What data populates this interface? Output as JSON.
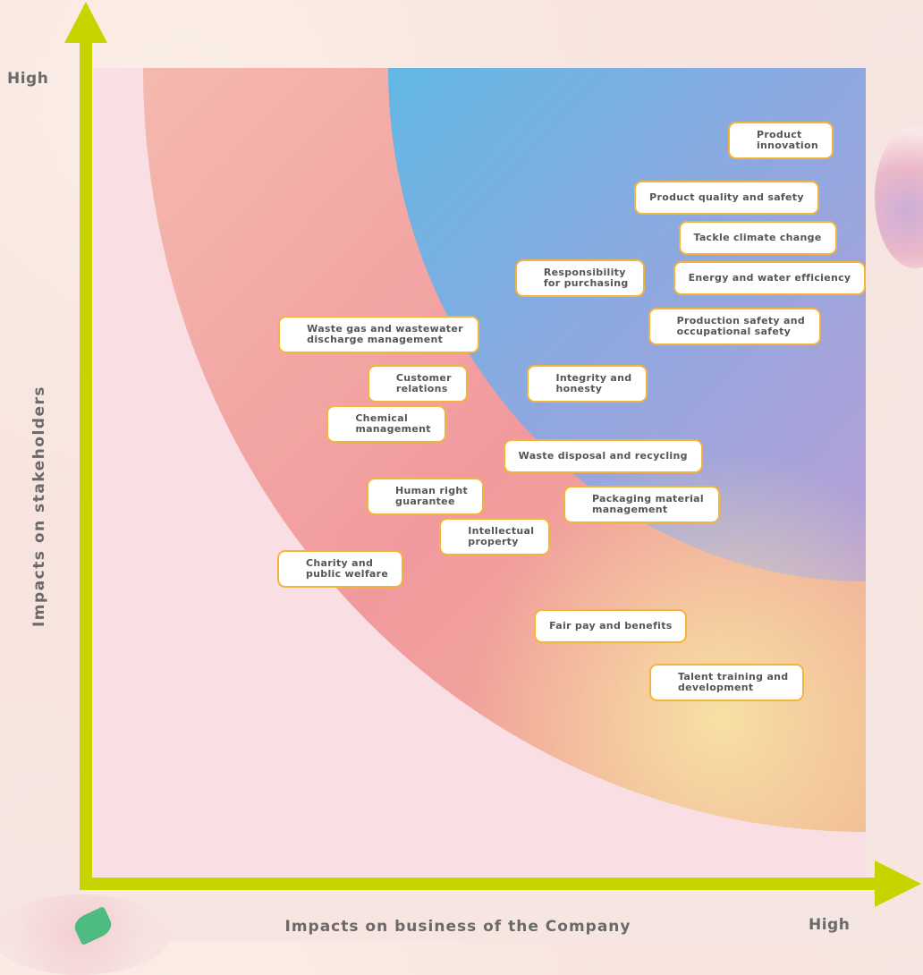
{
  "colors": {
    "axis": "#c8d400",
    "box_border": "#f4b43c",
    "label": "#6a6a6a"
  },
  "chart_data": {
    "type": "scatter",
    "xlabel": "Impacts on business of the Company",
    "ylabel": "Impacts on stakeholders",
    "x_high_label": "High",
    "y_high_label": "High",
    "xlim": [
      0,
      10
    ],
    "ylim": [
      0,
      10
    ],
    "points": [
      {
        "label": "Product\ninnovation",
        "x": 8.9,
        "y": 9.1
      },
      {
        "label": "Product quality and safety",
        "x": 8.2,
        "y": 8.4
      },
      {
        "label": "Tackle climate change",
        "x": 8.6,
        "y": 7.9
      },
      {
        "label": "Responsibility\nfor purchasing",
        "x": 6.3,
        "y": 7.4
      },
      {
        "label": "Energy and water efficiency",
        "x": 8.8,
        "y": 7.4
      },
      {
        "label": "Production safety and\noccupational safety",
        "x": 8.3,
        "y": 6.8
      },
      {
        "label": "Waste gas and wastewater\ndischarge management",
        "x": 3.7,
        "y": 6.7
      },
      {
        "label": "Customer\nrelations",
        "x": 4.2,
        "y": 6.1
      },
      {
        "label": "Integrity and\nhonesty",
        "x": 6.4,
        "y": 6.1
      },
      {
        "label": "Chemical\nmanagement",
        "x": 3.8,
        "y": 5.6
      },
      {
        "label": "Waste disposal and recycling",
        "x": 6.6,
        "y": 5.2
      },
      {
        "label": "Human right\nguarantee",
        "x": 4.3,
        "y": 4.7
      },
      {
        "label": "Packaging material\nmanagement",
        "x": 7.1,
        "y": 4.6
      },
      {
        "label": "Intellectual\nproperty",
        "x": 5.2,
        "y": 4.2
      },
      {
        "label": "Charity and\npublic welfare",
        "x": 3.2,
        "y": 3.8
      },
      {
        "label": "Fair pay and benefits",
        "x": 6.7,
        "y": 3.1
      },
      {
        "label": "Talent training and\ndevelopment",
        "x": 8.2,
        "y": 2.4
      }
    ]
  }
}
